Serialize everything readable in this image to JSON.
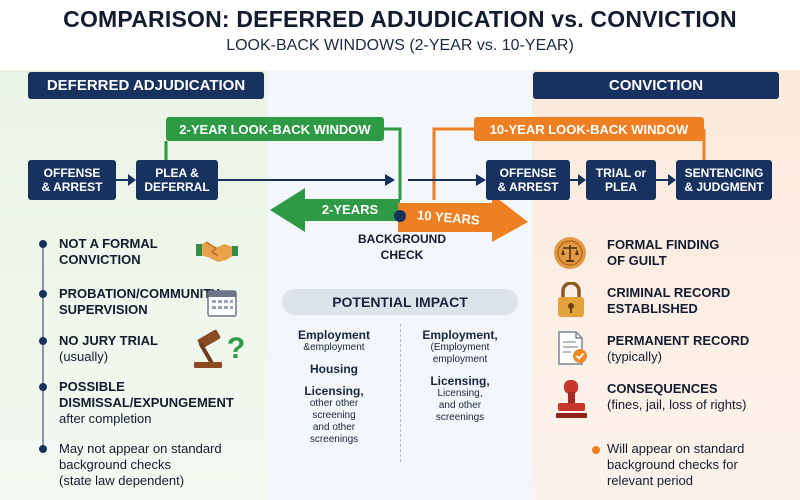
{
  "title": "COMPARISON: DEFERRED ADJUDICATION vs. CONVICTION",
  "subtitle": "LOOK-BACK WINDOWS (2-YEAR vs. 10-YEAR)",
  "left_header": "DEFERRED ADJUDICATION",
  "right_header": "CONVICTION",
  "window_2": "2-YEAR LOOK-BACK WINDOW",
  "window_10": "10-YEAR LOOK-BACK WINDOW",
  "steps_left": [
    {
      "line1": "OFFENSE",
      "line2": "& ARREST"
    },
    {
      "line1": "PLEA &",
      "line2": "DEFERRAL"
    }
  ],
  "steps_right": [
    {
      "line1": "OFFENSE",
      "line2": "& ARREST"
    },
    {
      "line1": "TRIAL or",
      "line2": "PLEA"
    },
    {
      "line1": "SENTENCING",
      "line2": "& JUDGMENT"
    }
  ],
  "arrow_2": "2-YEARS",
  "arrow_10": "10 YEARS",
  "background_check": {
    "line1": "BACKGROUND",
    "line2": "CHECK"
  },
  "impact": {
    "title": "POTENTIAL IMPACT",
    "left": {
      "employment": "Employment",
      "employment_sub": "&employment",
      "housing": "Housing",
      "licensing": "Licensing,",
      "licensing_sub1": "other other",
      "licensing_sub2": "screening",
      "licensing_sub3": "and other",
      "licensing_sub4": "screenings"
    },
    "right": {
      "employment": "Employment,",
      "employment_sub1": "(Employment",
      "employment_sub2": "employment",
      "licensing": "Licensing,",
      "licensing_sub1": "Licensing,",
      "licensing_sub2": "and other",
      "licensing_sub3": "screenings"
    }
  },
  "left_items": [
    {
      "b1": "NOT A FORMAL",
      "b2": "CONVICTION",
      "icon": "handshake-icon"
    },
    {
      "b1": "PROBATION/COMMUNITY",
      "b2": "SUPERVISION",
      "icon": "calendar-icon"
    },
    {
      "b1": "NO JURY TRIAL",
      "n1": "(usually)",
      "icon": "gavel-question-icon"
    },
    {
      "b1": "POSSIBLE",
      "b2": "DISMISSAL/EXPUNGEMENT",
      "n1": "after completion"
    },
    {
      "n1": "May not appear on standard",
      "n2": "background checks",
      "n3": "(state law dependent)"
    }
  ],
  "right_items": [
    {
      "b1": "FORMAL FINDING",
      "b2": "OF GUILT",
      "icon": "scales-badge-icon"
    },
    {
      "b1": "CRIMINAL RECORD",
      "b2": "ESTABLISHED",
      "icon": "padlock-icon"
    },
    {
      "b1": "PERMANENT RECORD",
      "n1": "(typically)",
      "icon": "certificate-icon"
    },
    {
      "b1": "CONSEQUENCES",
      "n1": "(fines, jail, loss of rights)",
      "icon": "stamp-icon"
    },
    {
      "n1": "Will appear on standard",
      "n2": "background checks for",
      "n3": "relevant period"
    }
  ],
  "colors": {
    "navy": "#17325e",
    "green": "#2e9a45",
    "orange": "#ef7f23"
  }
}
